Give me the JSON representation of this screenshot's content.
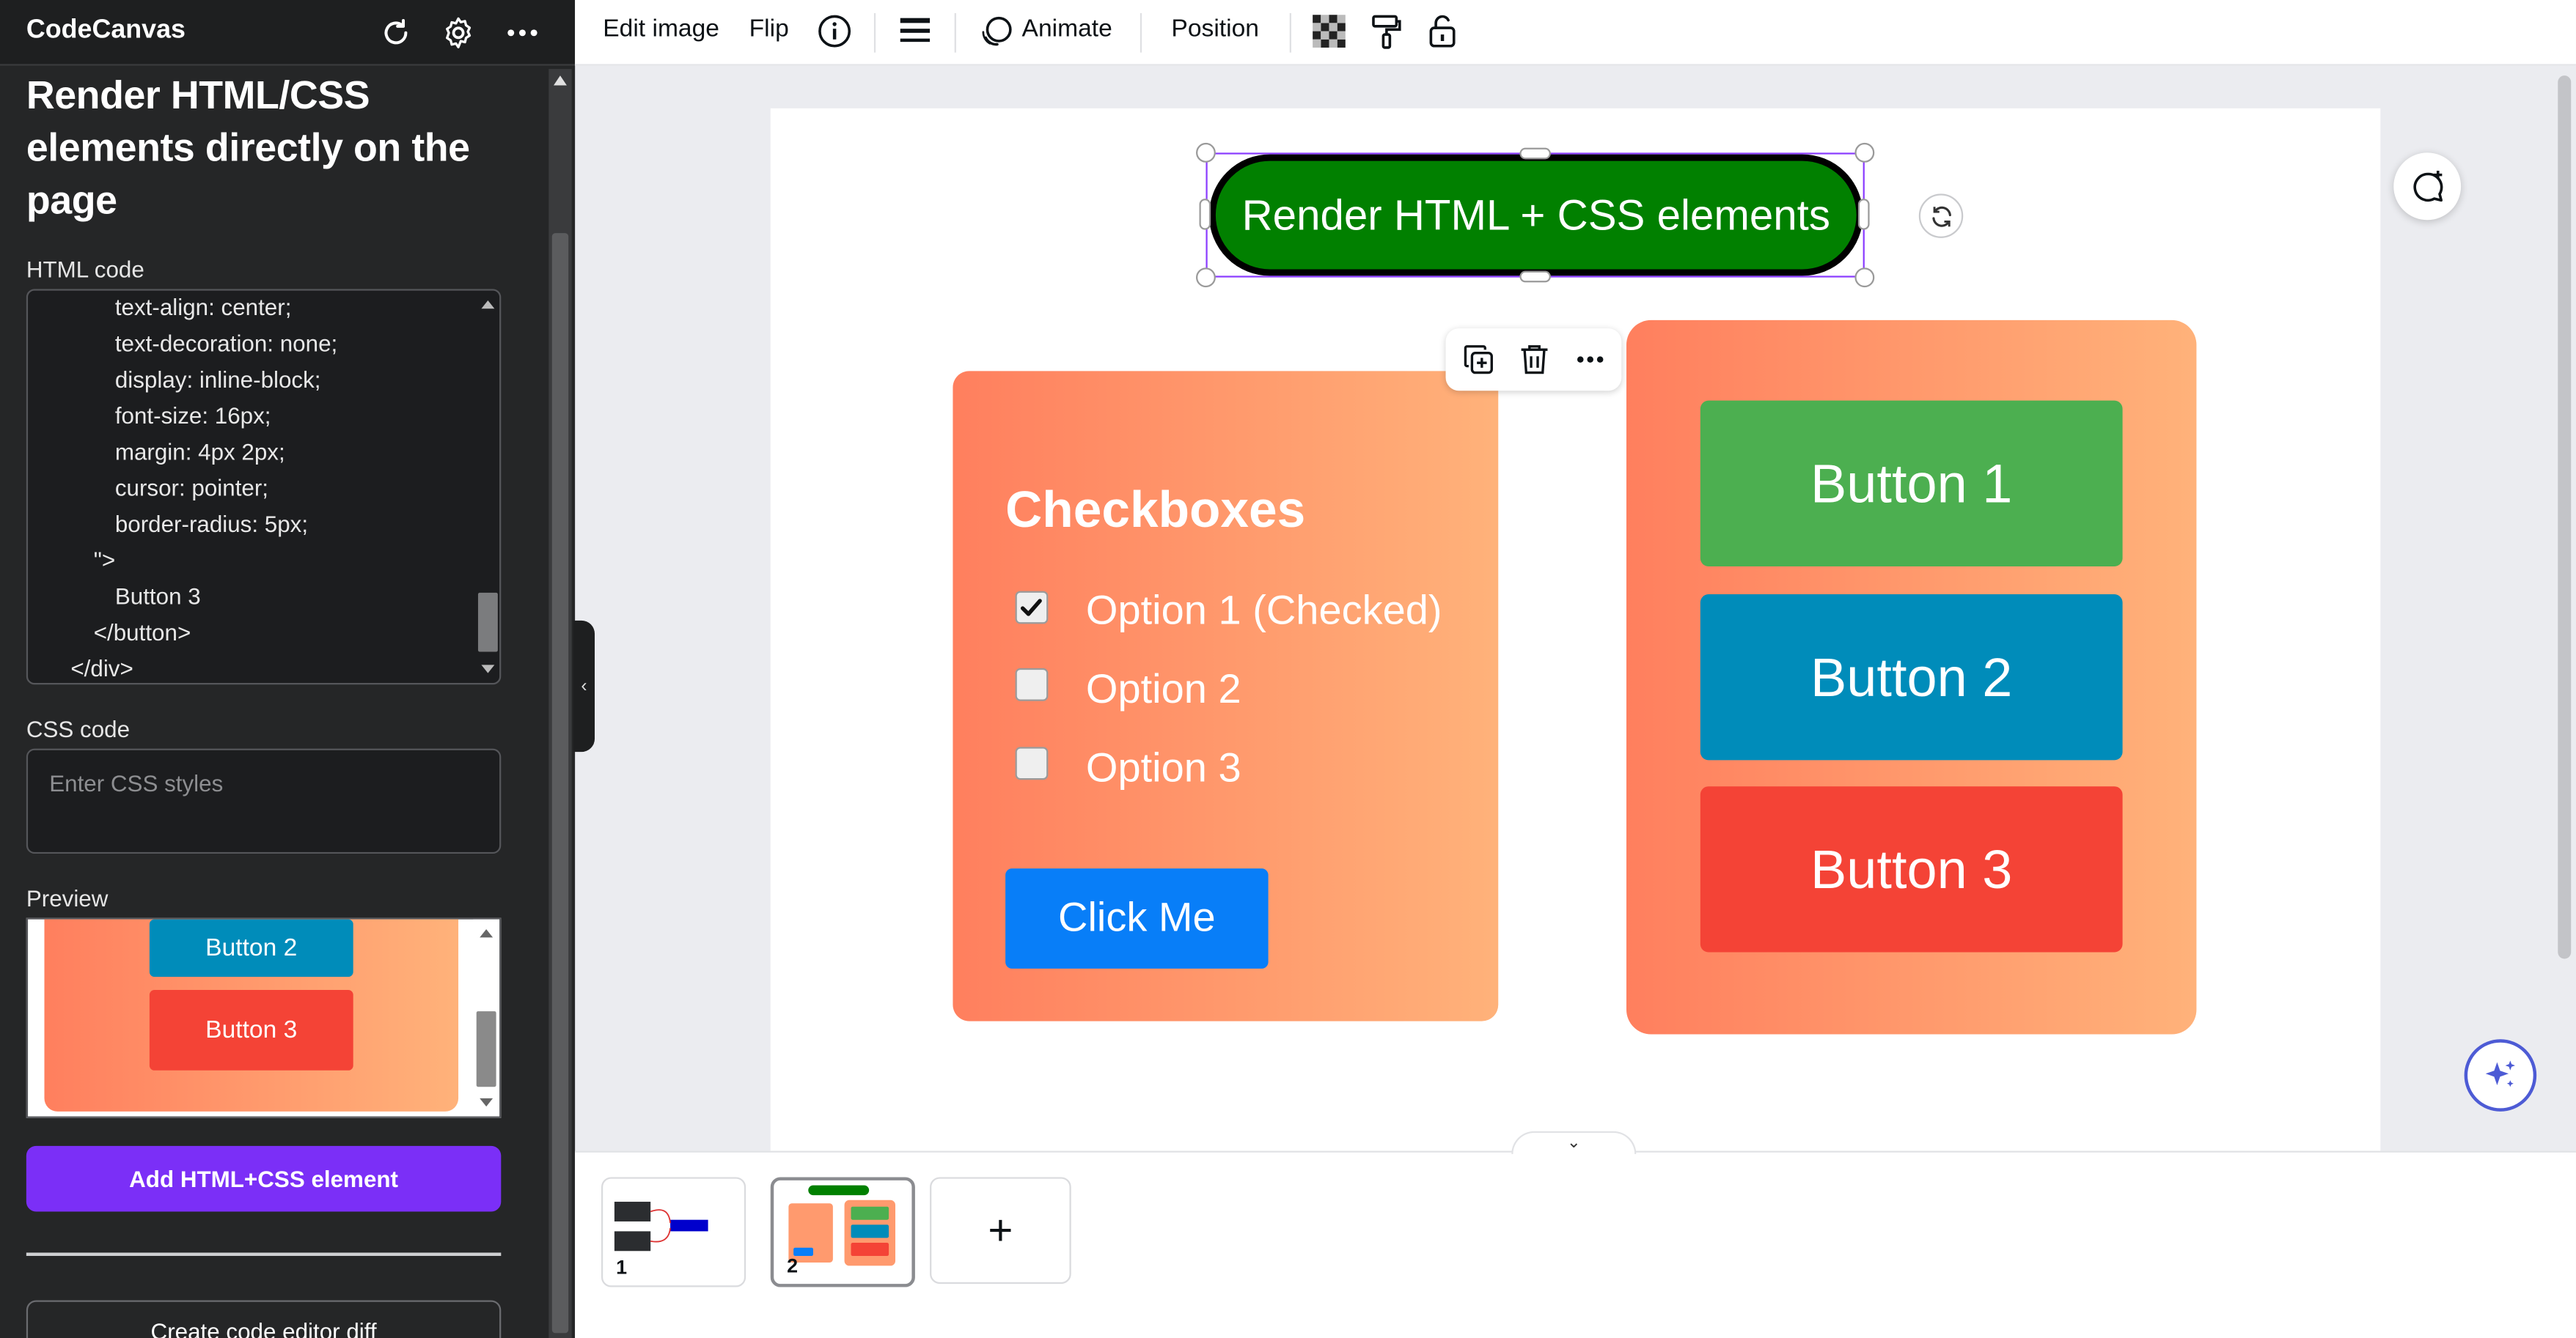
{
  "app": {
    "name": "CodeCanvas"
  },
  "panel": {
    "heading": "Render HTML/CSS elements directly on the page",
    "html_label": "HTML code",
    "html_code_lines": [
      "text-align: center;",
      "text-decoration: none;",
      "display: inline-block;",
      "font-size: 16px;",
      "margin: 4px 2px;",
      "cursor: pointer;",
      "border-radius: 5px;",
      "\">",
      "Button 3",
      "</button>",
      "</div>"
    ],
    "css_label": "CSS code",
    "css_placeholder": "Enter CSS styles",
    "preview_label": "Preview",
    "preview_buttons": [
      "Button 2",
      "Button 3"
    ],
    "add_button": "Add HTML+CSS element",
    "diff_button": "Create code editor diff"
  },
  "toolbar": {
    "edit_image": "Edit image",
    "flip": "Flip",
    "animate": "Animate",
    "position": "Position"
  },
  "canvas": {
    "render_button": "Render HTML + CSS elements",
    "checkbox_title": "Checkboxes",
    "checkboxes": [
      {
        "label": "Option 1 (Checked)",
        "checked": true
      },
      {
        "label": "Option 2",
        "checked": false
      },
      {
        "label": "Option 3",
        "checked": false
      }
    ],
    "click_me": "Click Me",
    "buttons": [
      {
        "label": "Button 1",
        "color": "#4caf50"
      },
      {
        "label": "Button 2",
        "color": "#008cba"
      },
      {
        "label": "Button 3",
        "color": "#f44336"
      }
    ]
  },
  "pages": [
    {
      "number": "1"
    },
    {
      "number": "2"
    }
  ],
  "colors": {
    "accent": "#7b2ff7",
    "selection": "#8b3dff",
    "render_button_bg": "#018000",
    "click_me_bg": "#087ef8"
  }
}
